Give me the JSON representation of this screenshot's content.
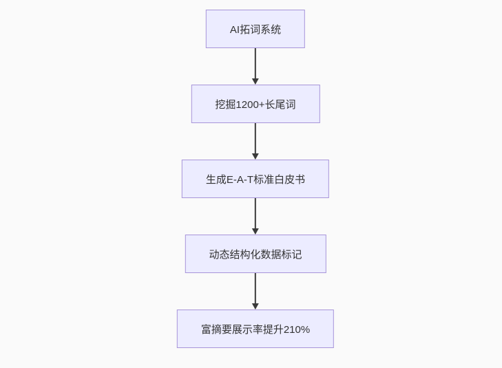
{
  "diagram": {
    "type": "flowchart",
    "direction": "top-down",
    "nodes": [
      {
        "id": "n1",
        "label": "AI拓词系统"
      },
      {
        "id": "n2",
        "label": "挖掘1200+长尾词"
      },
      {
        "id": "n3",
        "label": "生成E-A-T标准白皮书"
      },
      {
        "id": "n4",
        "label": "动态结构化数据标记"
      },
      {
        "id": "n5",
        "label": "富摘要展示率提升210%"
      }
    ],
    "edges": [
      {
        "from": "n1",
        "to": "n2"
      },
      {
        "from": "n2",
        "to": "n3"
      },
      {
        "from": "n3",
        "to": "n4"
      },
      {
        "from": "n4",
        "to": "n5"
      }
    ],
    "colors": {
      "node_fill": "#ECECFF",
      "node_border": "#a794d9",
      "edge": "#3a3a3a",
      "text": "#333333",
      "background": "#fafafa"
    }
  }
}
